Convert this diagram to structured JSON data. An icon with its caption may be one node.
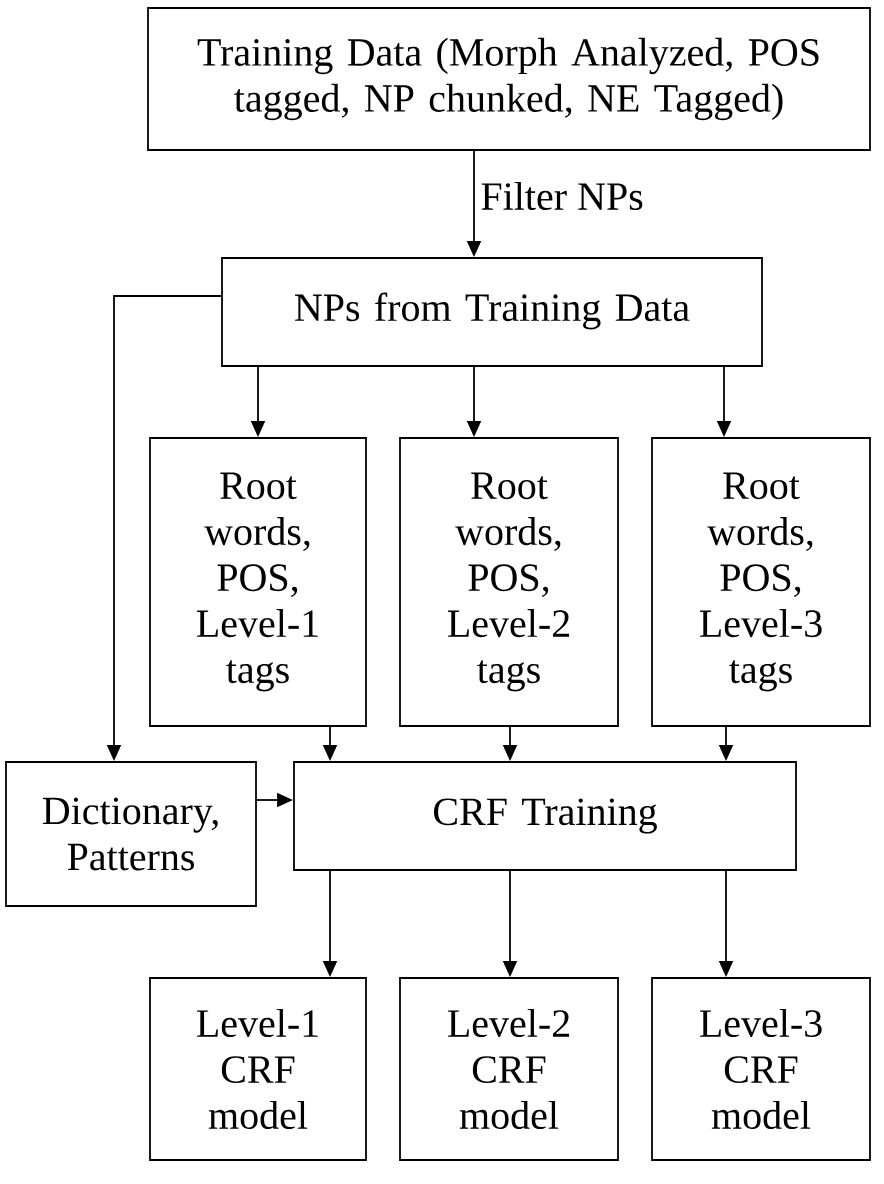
{
  "diagram": {
    "nodes": [
      {
        "text": [
          "Training Data (Morph Analyzed, POS tagged, NP chunked, NE Tagged)"
        ]
      },
      {
        "text": [
          "NPs from Training Data"
        ]
      },
      {
        "text": [
          "Root words, POS, Level-1 tags"
        ]
      },
      {
        "text": [
          "Root words, POS, Level-2 tags"
        ]
      },
      {
        "text": [
          "Root words, POS, Level-3 tags"
        ]
      },
      {
        "text": [
          "Dictionary, Patterns"
        ]
      },
      {
        "text": [
          "CRF Training"
        ]
      },
      {
        "text": [
          "Level-1 CRF model"
        ]
      },
      {
        "text": [
          "Level-2 CRF model"
        ]
      },
      {
        "text": [
          "Level-3 CRF model"
        ]
      }
    ],
    "edges": [
      {
        "from": 0,
        "to": 1,
        "arrow": "to",
        "label": "Filter NPs"
      },
      {
        "from": 1,
        "to": 2,
        "arrow": "to"
      },
      {
        "from": 1,
        "to": 3,
        "arrow": "to"
      },
      {
        "from": 1,
        "to": 4,
        "arrow": "to"
      },
      {
        "from": 1,
        "to": 5,
        "arrow": "to"
      },
      {
        "from": 2,
        "to": 6,
        "arrow": "to"
      },
      {
        "from": 3,
        "to": 6,
        "arrow": "to"
      },
      {
        "from": 4,
        "to": 6,
        "arrow": "to"
      },
      {
        "from": 5,
        "to": 6,
        "arrow": "to"
      },
      {
        "from": 6,
        "to": 7,
        "arrow": "to"
      },
      {
        "from": 6,
        "to": 8,
        "arrow": "to"
      },
      {
        "from": 6,
        "to": 9,
        "arrow": "to"
      }
    ]
  }
}
